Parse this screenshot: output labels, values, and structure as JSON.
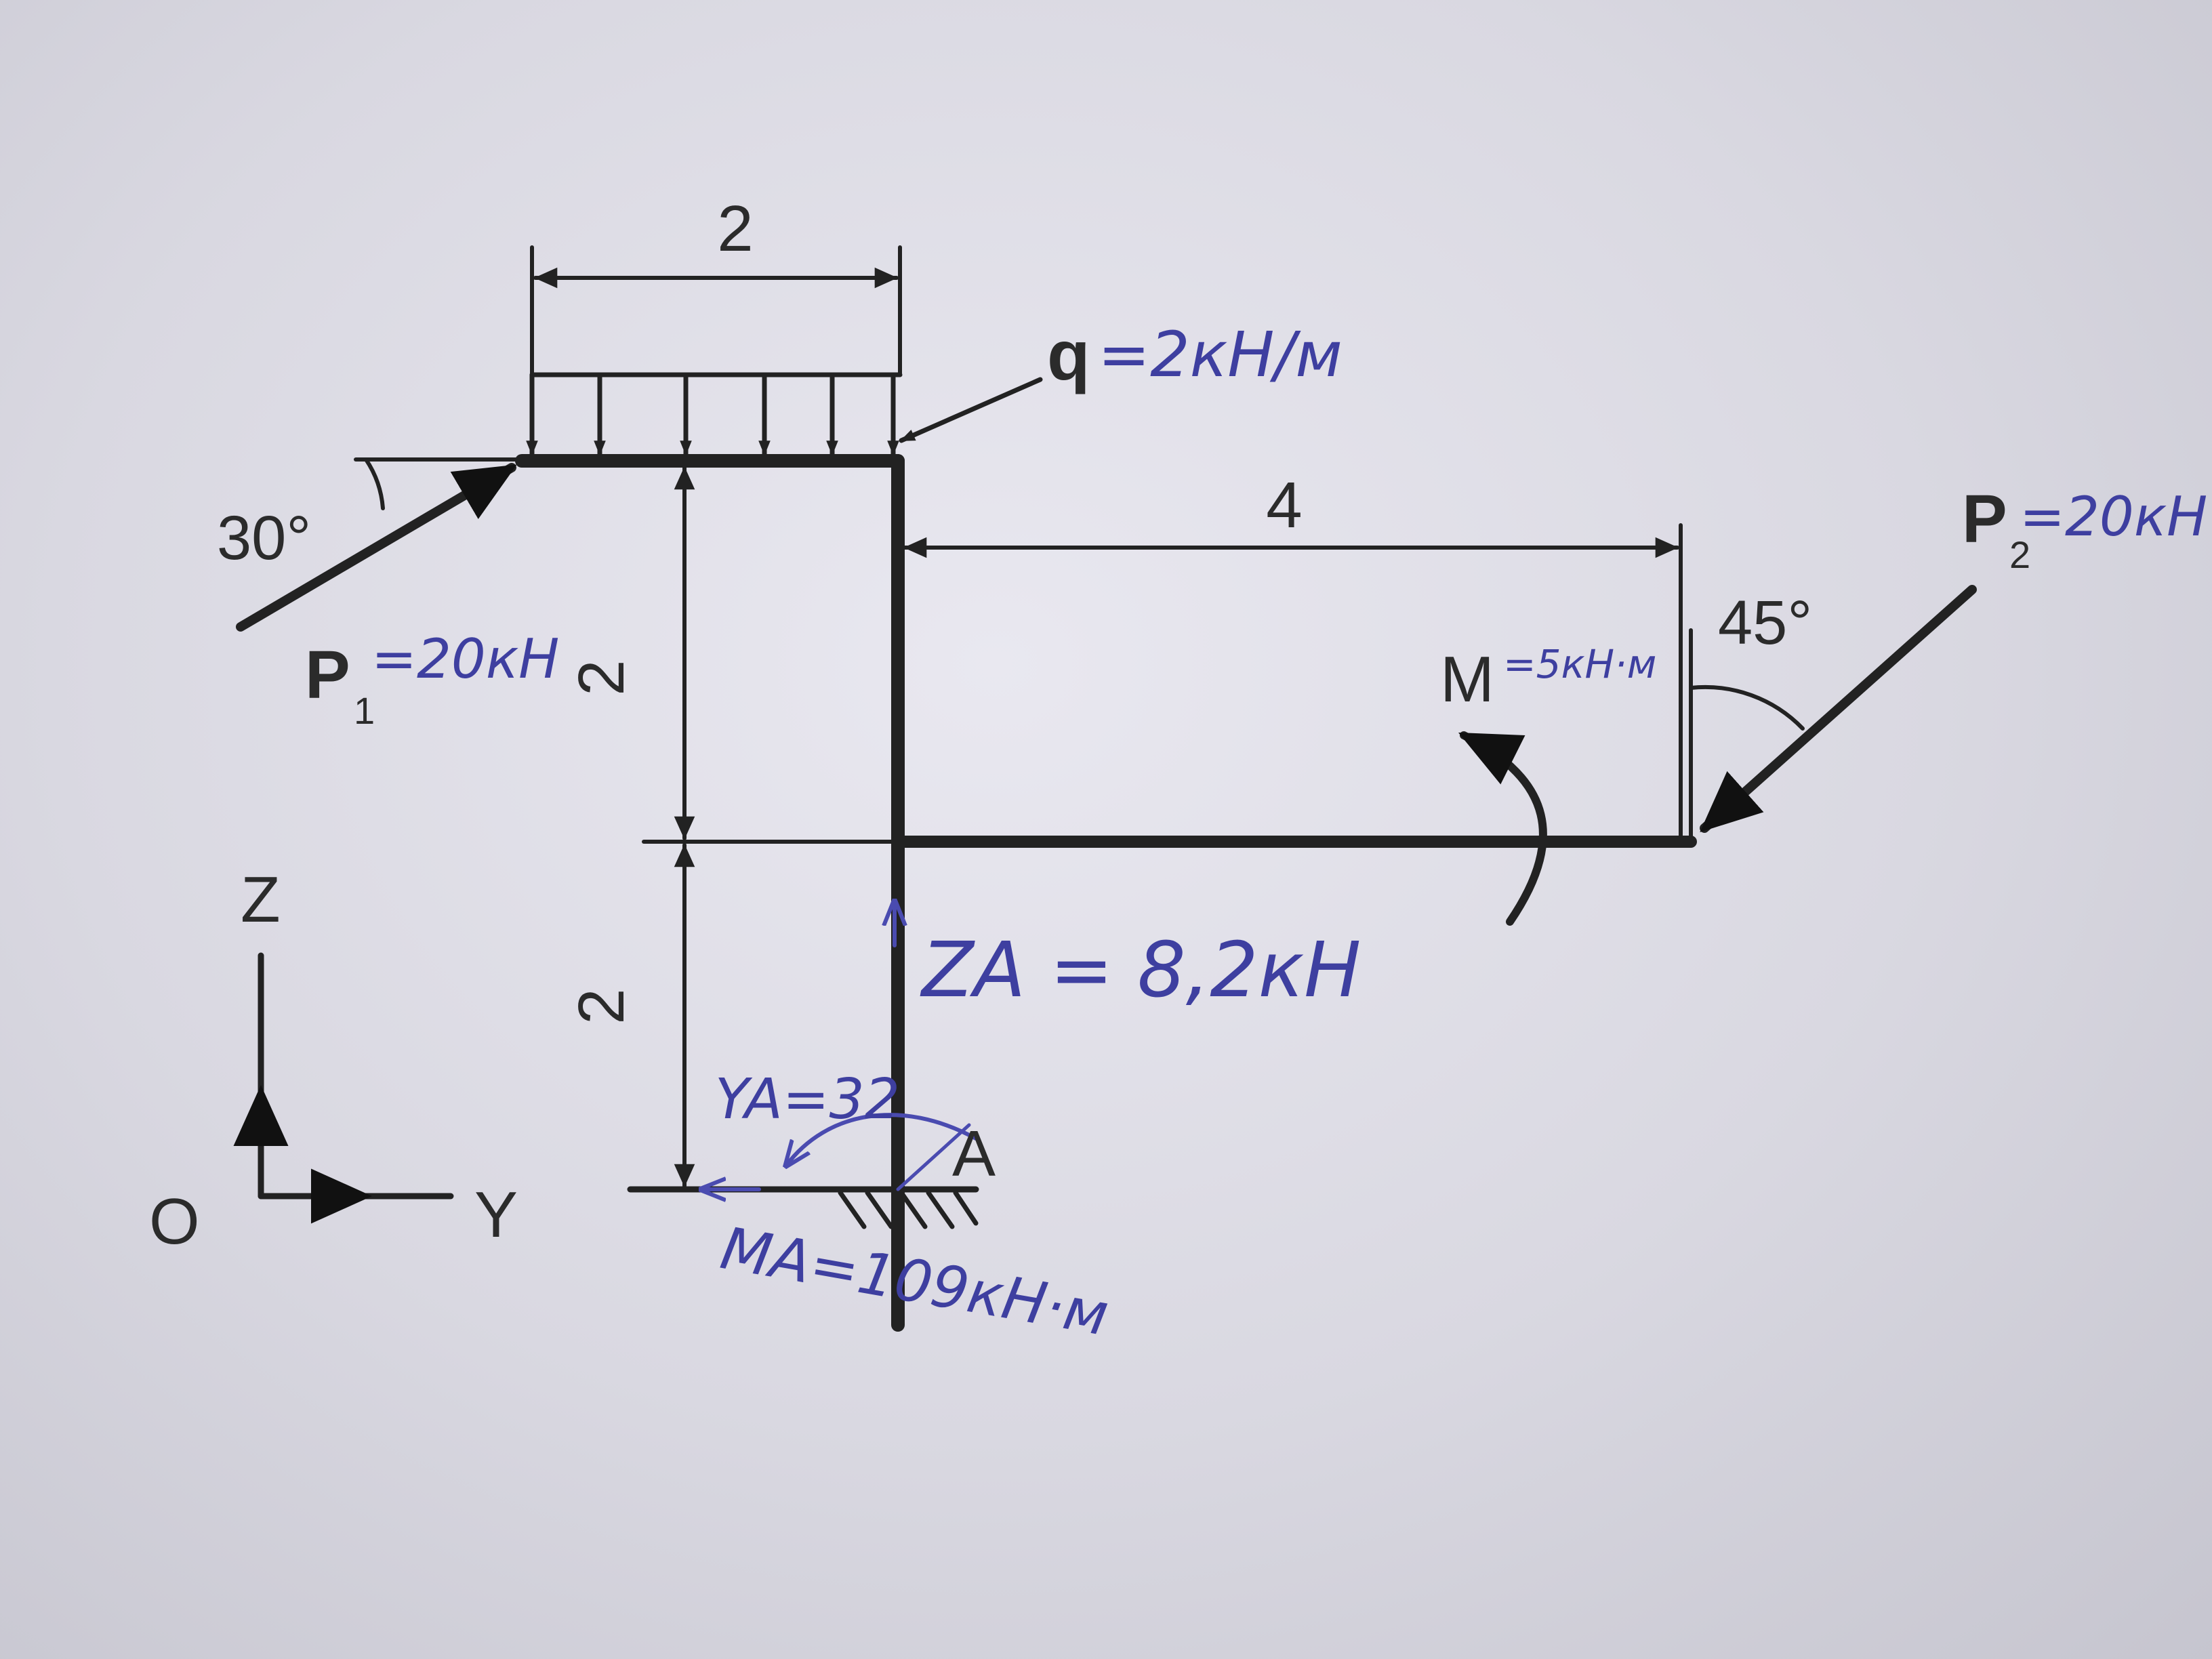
{
  "printed": {
    "dim_top": "2",
    "dim_horizontal": "4",
    "dim_vertical_upper": "2",
    "dim_vertical_lower": "2",
    "angle_p1": "30°",
    "angle_p2": "45°",
    "q_symbol": "q",
    "p1_symbol": "P",
    "p1_sub": "1",
    "p2_symbol": "P",
    "p2_sub": "2",
    "m_symbol": "M",
    "axis_z": "Z",
    "axis_y": "Y",
    "axis_o": "O",
    "point_a": "A"
  },
  "handwritten": {
    "q_value": "=2кН/м",
    "p1_value": "=20кН",
    "p2_value": "=20кН",
    "m_value": "=5кН·м",
    "za_value": "ZA = 8,2кН",
    "ya_value": "YA=32",
    "ma_value": "MA=109кН·м"
  },
  "colors": {
    "print": "#222222",
    "ink": "#3e3fa0"
  }
}
